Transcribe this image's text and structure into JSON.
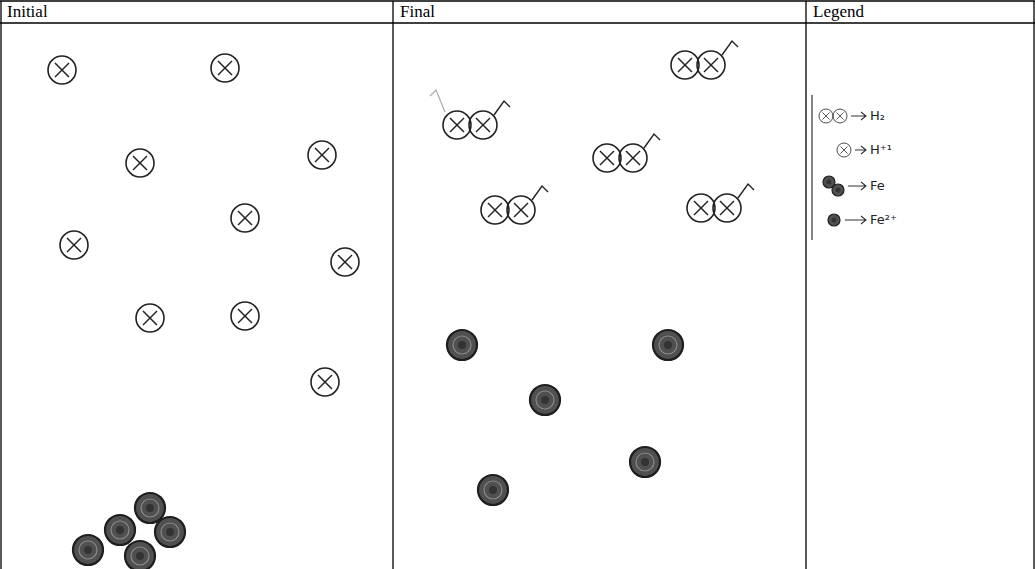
{
  "diagram": {
    "labels": [
      "Initial",
      "Final",
      "Legend"
    ],
    "legend": [
      {
        "text": "H₂"
      },
      {
        "text": "H⁺¹"
      },
      {
        "text": "Fe"
      },
      {
        "text": "Fe²⁺"
      }
    ]
  }
}
